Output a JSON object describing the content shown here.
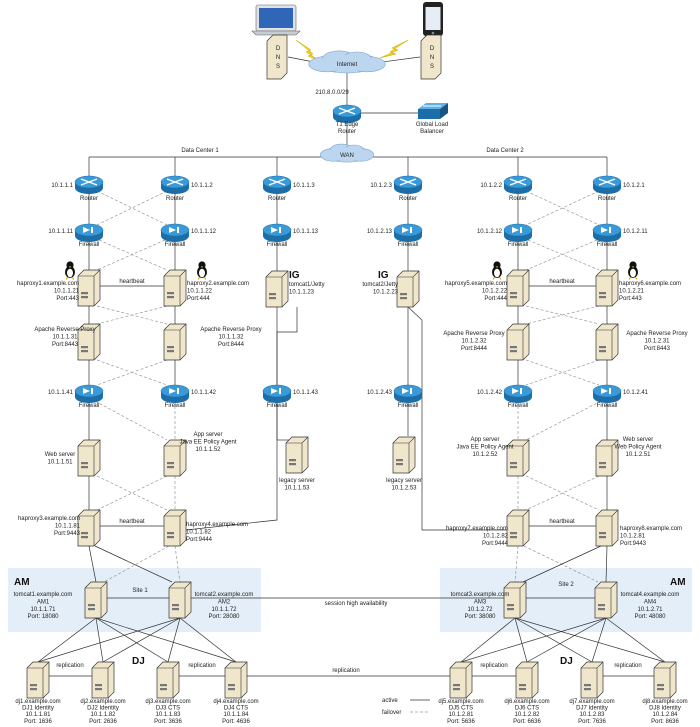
{
  "colors": {
    "router": "#2a88c9",
    "cloud": "#bcd6ef",
    "site_band": "#e4eef8",
    "server": "#efe6cc"
  },
  "top": {
    "internet": "Internet",
    "subnet": "210.8.0.0/29",
    "t1": [
      "T1 Edge",
      "Router"
    ],
    "glb": [
      "Global Load",
      "Balancer"
    ],
    "wan": "WAN",
    "dc1": "Data Center 1",
    "dc2": "Data Center 2",
    "dns": "D N S"
  },
  "labels": {
    "router": "Router",
    "firewall": "Firewall",
    "heartbeat": "heartbeat",
    "replication": "replication",
    "ig": "IG",
    "am": "AM",
    "dj": "DJ",
    "site1": "Site 1",
    "site2": "Site 2",
    "session_ha": "session high availability"
  },
  "legend": {
    "active": "active",
    "failover": "failover"
  },
  "routers": [
    {
      "id": "r1",
      "ip": "10.1.1.1"
    },
    {
      "id": "r2",
      "ip": "10.1.1.2"
    },
    {
      "id": "r3",
      "ip": "10.1.1.3"
    },
    {
      "id": "r4",
      "ip": "10.1.2.3"
    },
    {
      "id": "r5",
      "ip": "10.1.2.2"
    },
    {
      "id": "r6",
      "ip": "10.1.2.1"
    }
  ],
  "firewalls_top": [
    {
      "id": "f1",
      "ip": "10.1.1.11"
    },
    {
      "id": "f2",
      "ip": "10.1.1.12"
    },
    {
      "id": "f3",
      "ip": "10.1.1.13"
    },
    {
      "id": "f4",
      "ip": "10.1.2.13"
    },
    {
      "id": "f5",
      "ip": "10.1.2.12"
    },
    {
      "id": "f6",
      "ip": "10.1.2.11"
    }
  ],
  "firewalls_mid": [
    {
      "id": "m1",
      "ip": "10.1.1.41"
    },
    {
      "id": "m2",
      "ip": "10.1.1.42"
    },
    {
      "id": "m3",
      "ip": "10.1.1.43"
    },
    {
      "id": "m4",
      "ip": "10.1.2.43"
    },
    {
      "id": "m5",
      "ip": "10.1.2.42"
    },
    {
      "id": "m6",
      "ip": "10.1.2.41"
    }
  ],
  "servers": {
    "hp1": [
      "haproxy1.example.com",
      "10.1.1.21",
      "Port:443"
    ],
    "hp2": [
      "haproxy2.example.com",
      "10.1.1.22",
      "Port:444"
    ],
    "ig1": [
      "tomcat1/Jetty",
      "10.1.1.23"
    ],
    "ig2": [
      "tomcat2/Jetty",
      "10.1.2.23"
    ],
    "hp5": [
      "haproxy5.example.com",
      "10.1.2.22",
      "Port:444"
    ],
    "hp6": [
      "haproxy6.example.com",
      "10.1.2.21",
      "Port:443"
    ],
    "ap1": [
      "Apache Reverse Proxy",
      "10.1.1.31",
      "Port:8443"
    ],
    "ap2": [
      "Apache Reverse Proxy",
      "10.1.1.32",
      "Port:8444"
    ],
    "ap3": [
      "Apache Reverse Proxy",
      "10.1.2.32",
      "Port:8444"
    ],
    "ap4": [
      "Apache Reverse Proxy",
      "10.1.2.31",
      "Port:8443"
    ],
    "ws1": [
      "Web server",
      "10.1.1.51"
    ],
    "as1": [
      "App server",
      "Java EE Policy Agent",
      "10.1.1.52"
    ],
    "lg1": [
      "legacy server",
      "10.1.1.53"
    ],
    "lg2": [
      "legacy server",
      "10.1.2.53"
    ],
    "as2": [
      "App server",
      "Java EE Policy Agent",
      "10.1.2.52"
    ],
    "ws2": [
      "Web server",
      "Web Policy Agent",
      "10.1.2.51"
    ],
    "hp3": [
      "haproxy3.example.com",
      "10.1.1.81",
      "Port:9443"
    ],
    "hp4": [
      "haproxy4.example.com",
      "10.1.1.82",
      "Port:9444"
    ],
    "hp7": [
      "haproxy7.example.com",
      "10.1.2.82",
      "Port:9444"
    ],
    "hp8": [
      "haproxy8.example.com",
      "10.1.2.81",
      "Port:9443"
    ],
    "am1": [
      "tomcat1.example.com",
      "AM1",
      "10.1.1.71",
      "Port: 18080"
    ],
    "am2": [
      "tomcat2.example.com",
      "AM2",
      "10.1.1.72",
      "Port: 28080"
    ],
    "am3": [
      "tomcat3.example.com",
      "AM3",
      "10.1.2.72",
      "Port: 38080"
    ],
    "am4": [
      "tomcat4.example.com",
      "AM4",
      "10.1.2.71",
      "Port: 48080"
    ],
    "dj1": [
      "dj1.example.com",
      "DJ1 Identity",
      "10.1.1.81",
      "Port: 1636"
    ],
    "dj2": [
      "dj2.example.com",
      "DJ2 Identity",
      "10.1.1.82",
      "Port: 2636"
    ],
    "dj3": [
      "dj3.example.com",
      "DJ3 CTS",
      "10.1.1.83",
      "Port: 3636"
    ],
    "dj4": [
      "dj4.example.com",
      "DJ4 CTS",
      "10.1.1.84",
      "Port: 4636"
    ],
    "dj5": [
      "dj5.example.com",
      "DJ5 CTS",
      "10.1.2.81",
      "Port: 5636"
    ],
    "dj6": [
      "dj6.example.com",
      "DJ6 CTS",
      "10.1.2.82",
      "Port: 6636"
    ],
    "dj7": [
      "dj7.example.com",
      "DJ7 Identity",
      "10.1.2.83",
      "Port: 7636"
    ],
    "dj8": [
      "dj8.example.com",
      "DJ8 Identity",
      "10.1.2.84",
      "Port: 8636"
    ]
  }
}
